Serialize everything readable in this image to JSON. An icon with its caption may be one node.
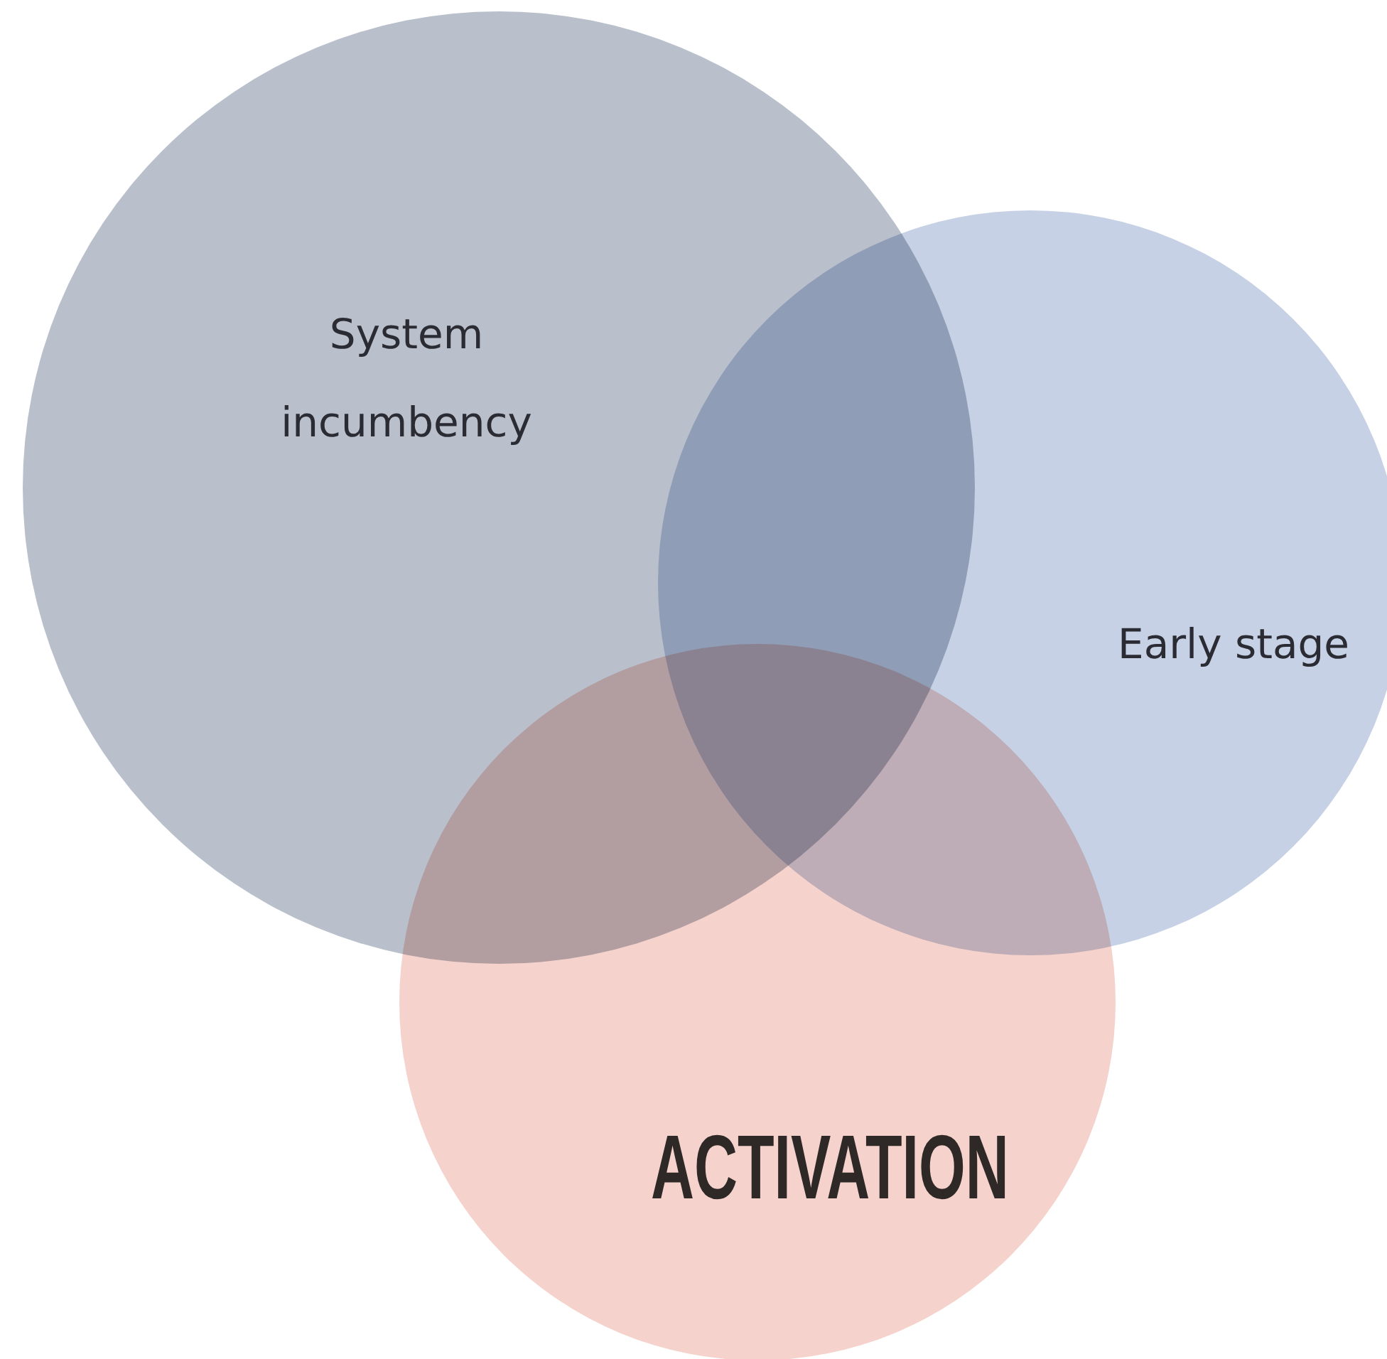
{
  "diagram": {
    "nodes": [
      {
        "text": [
          "System incumbency"
        ]
      },
      {
        "text": [
          "Early stage"
        ]
      },
      {
        "text": [
          "ACTIVATION"
        ]
      }
    ]
  }
}
